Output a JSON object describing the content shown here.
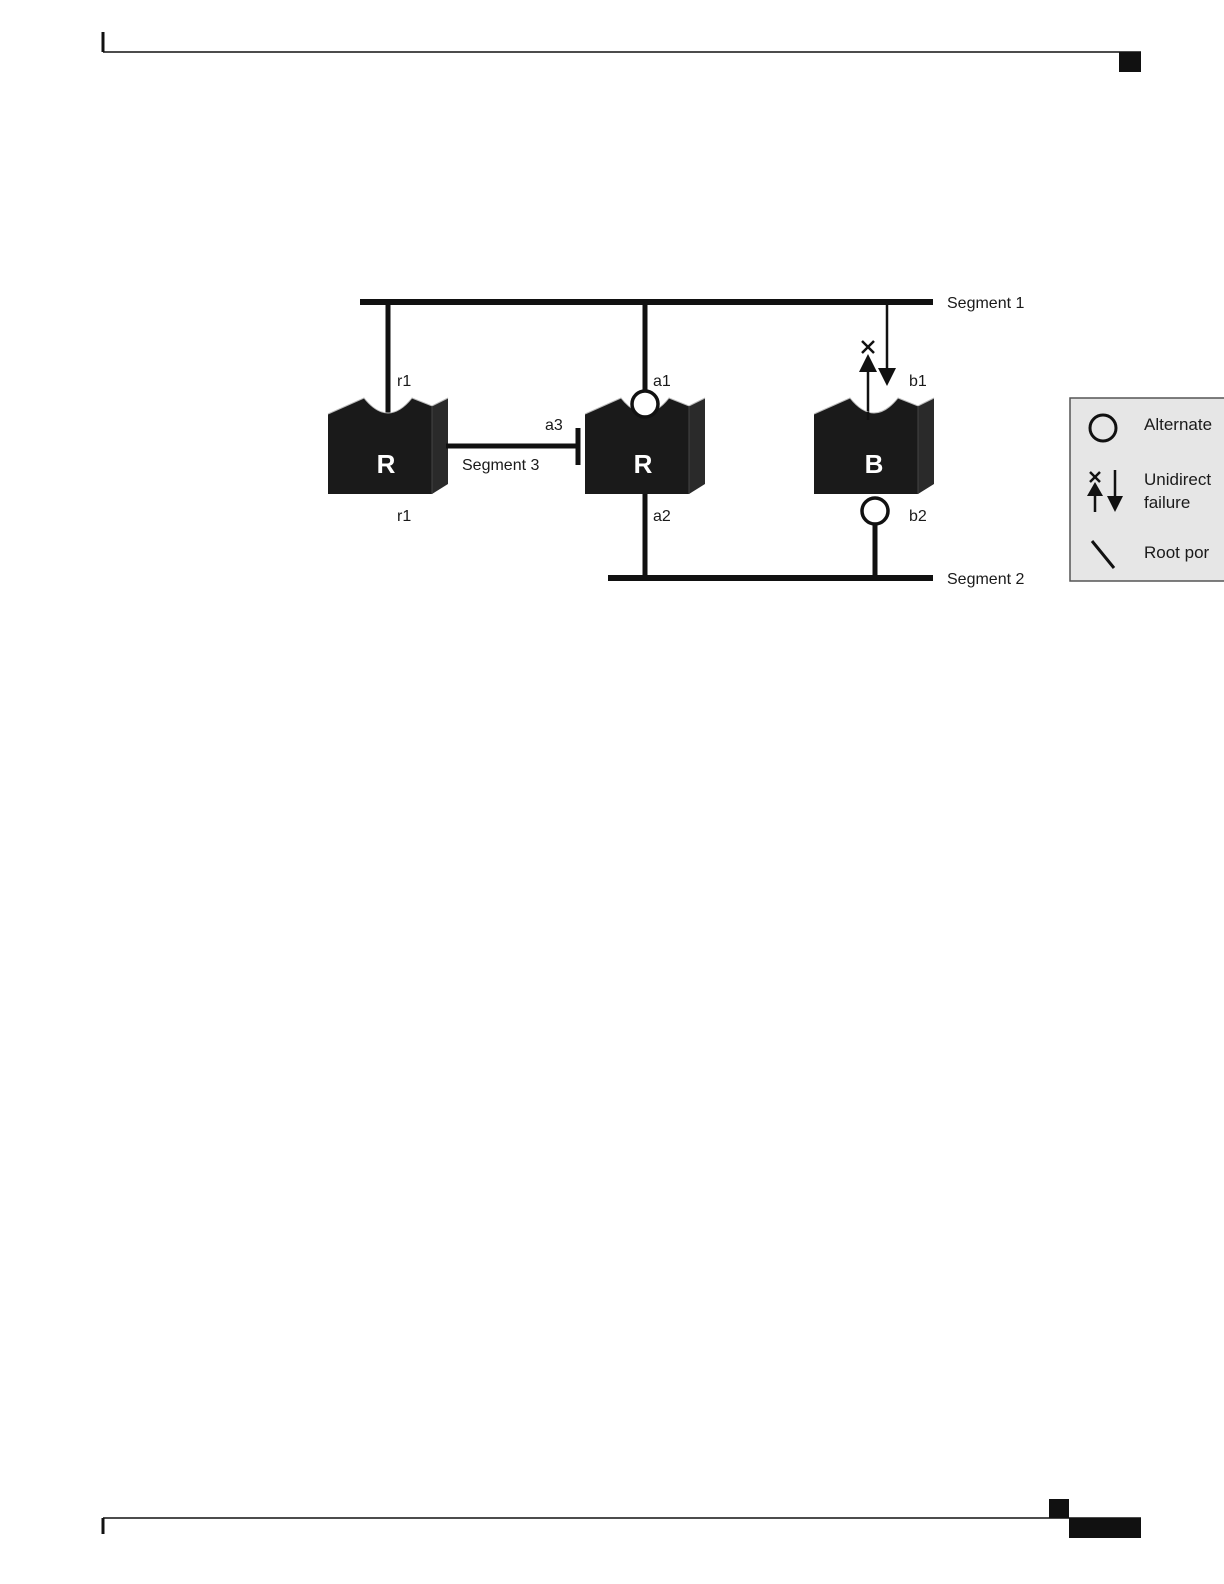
{
  "colors": {
    "ink": "#111111",
    "legend_bg": "#e6e6e6",
    "switch_face": "#1a1a1a",
    "switch_letter": "#ffffff"
  },
  "segments": {
    "seg1": "Segment 1",
    "seg2": "Segment 2",
    "seg3": "Segment 3"
  },
  "switches": [
    {
      "letter": "R",
      "ports": {
        "top": "r1",
        "bottom": "r1"
      }
    },
    {
      "letter": "R",
      "ports": {
        "top": "a1",
        "bottom": "a2",
        "side": "a3"
      }
    },
    {
      "letter": "B",
      "ports": {
        "top": "b1",
        "bottom": "b2"
      }
    }
  ],
  "legend": {
    "items": [
      {
        "icon": "circle-icon",
        "text": "Alternate"
      },
      {
        "icon": "unidirectional-failure-icon",
        "text_line1": "Unidirect",
        "text_line2": "failure"
      },
      {
        "icon": "slash-icon",
        "text": "Root por"
      }
    ]
  }
}
